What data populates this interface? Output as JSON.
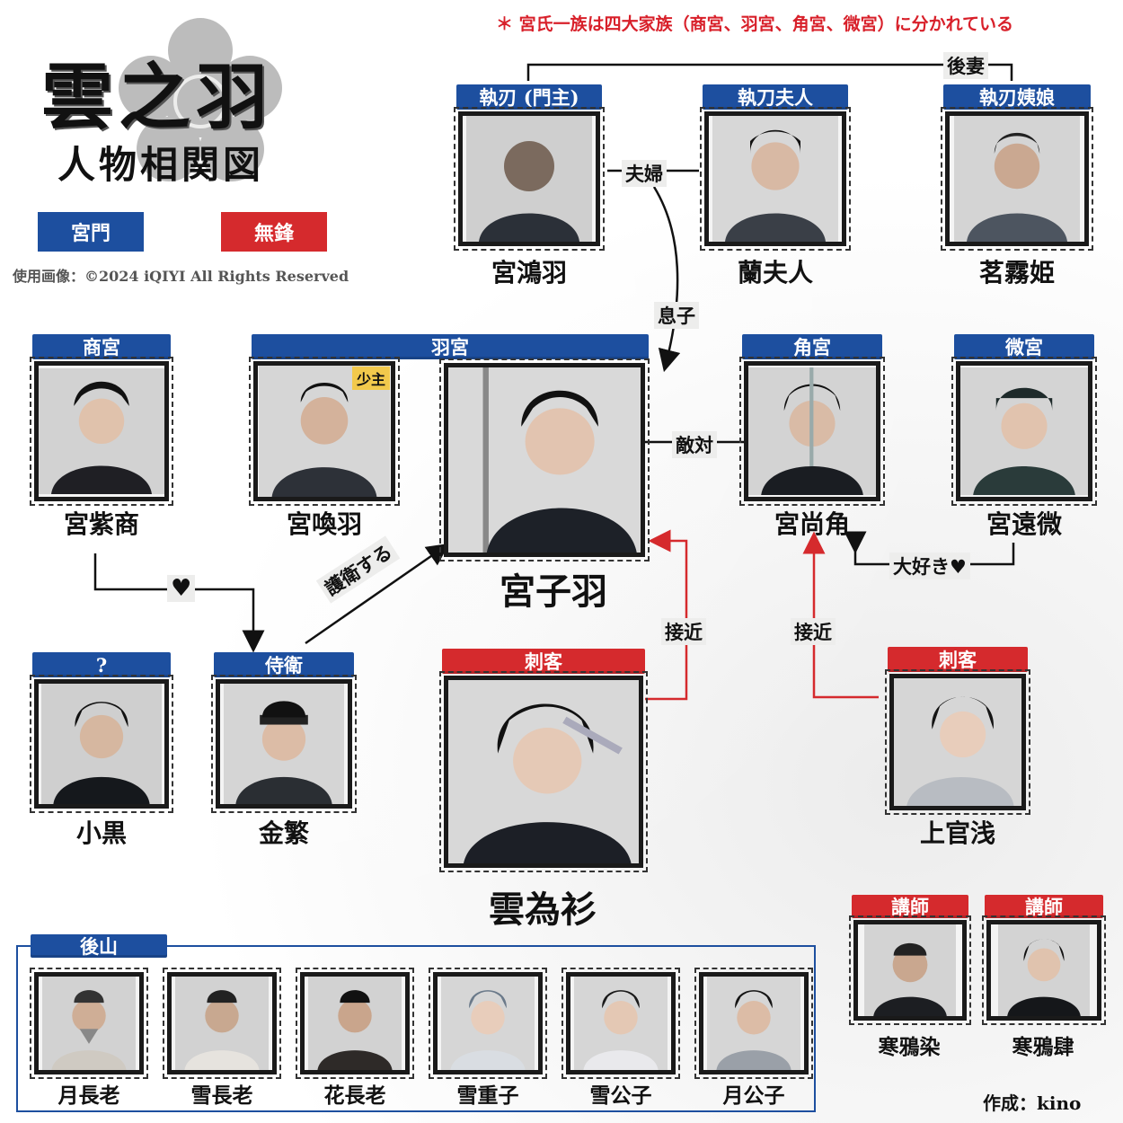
{
  "note": "＊ 宮氏一族は四大家族（商宮、羽宮、角宮、微宮）に分かれている",
  "title": {
    "main": "雲之羽",
    "sub": "人物相関図"
  },
  "legend": {
    "blue": "宮門",
    "red": "無鋒"
  },
  "copyright": "使用画像：©2024 iQIYI All Rights Reserved",
  "credit": "作成：kino",
  "groups": {
    "zhiren": "執刃 (門主)",
    "furen": "執刀夫人",
    "yiniang": "執刃姨娘",
    "shang": "商宮",
    "yu": "羽宮",
    "jiao": "角宮",
    "wei": "微宮",
    "unknown": "?",
    "guard": "侍衛",
    "assassin1": "刺客",
    "assassin2": "刺客",
    "houshan": "後山",
    "teacher1": "講師",
    "teacher2": "講師"
  },
  "badge": "少主",
  "names": {
    "honghu": "宮鴻羽",
    "lan": "蘭夫人",
    "mingwu": "茗霧姫",
    "zishang": "宮紫商",
    "huanyu": "宮喚羽",
    "ziyu": "宮子羽",
    "shangjiao": "宮尚角",
    "yuanwei": "宮遠微",
    "xiaohei": "小黒",
    "jinfan": "金繁",
    "yunweishan": "雲為衫",
    "shangguan": "上官浅",
    "yue_elder": "月長老",
    "xue_elder": "雪長老",
    "hua_elder": "花長老",
    "xuechongzi": "雪重子",
    "xuegongzi": "雪公子",
    "yuegongzi": "月公子",
    "hanyaran": "寒鴉染",
    "hanyasi": "寒鴉肆"
  },
  "relations": {
    "houqi": "後妻",
    "fufu": "夫婦",
    "xizi": "息子",
    "diduì": "敵対",
    "daisuki": "大好き♥",
    "heart": "♥",
    "goei": "護衛する",
    "jiejin1": "接近",
    "jiejin2": "接近"
  },
  "colors": {
    "blue": "#1d4f9f",
    "red": "#d52a2d",
    "gold": "#f2c94c"
  }
}
